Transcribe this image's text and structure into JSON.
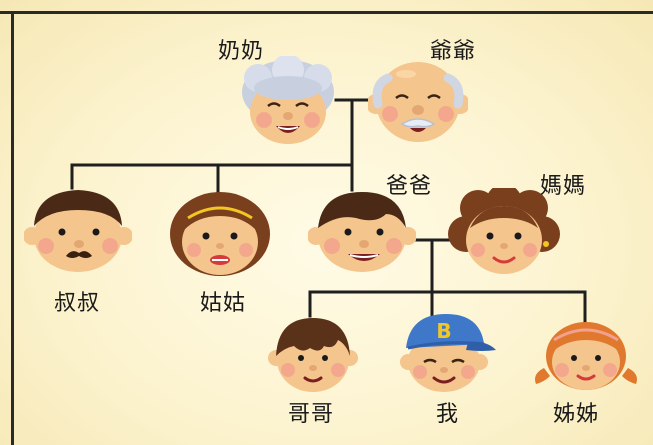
{
  "members": {
    "grandma": "奶奶",
    "grandpa": "爺爺",
    "uncle": "叔叔",
    "aunt": "姑姑",
    "dad": "爸爸",
    "mom": "媽媽",
    "brother": "哥哥",
    "me": "我",
    "sister": "姊姊"
  },
  "cap_letter": "B",
  "colors": {
    "line": "#1f1f1f",
    "skin": "#f4c58d",
    "cheek": "#f2a08f",
    "hair_dark": "#4a2a16",
    "hair_brown": "#7a3f1c",
    "hair_red": "#e0782e",
    "hair_gray": "#c8d0e0",
    "cap_blue": "#3f78c8",
    "cap_letter": "#f3c623"
  }
}
